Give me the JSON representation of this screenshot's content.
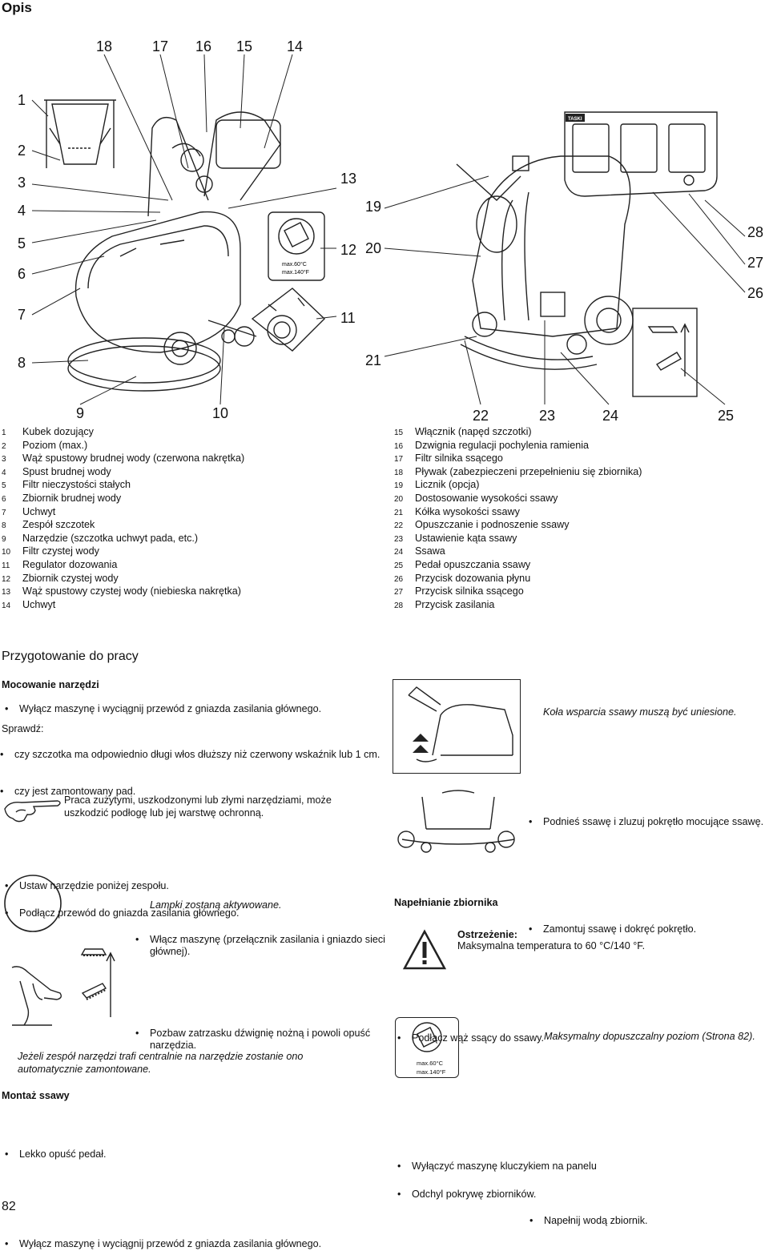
{
  "header": {
    "title": "Opis"
  },
  "figure_top": {
    "callouts_top": [
      "18",
      "17",
      "16",
      "15",
      "14"
    ],
    "callouts_left": [
      "1",
      "2",
      "3",
      "4",
      "5",
      "6",
      "7",
      "8"
    ],
    "callouts_bottom_left": [
      "9",
      "10"
    ],
    "callouts_mid": [
      "13",
      "12",
      "11",
      "19",
      "20",
      "21"
    ],
    "callouts_right": [
      "28",
      "27",
      "26"
    ],
    "callouts_bottom_right": [
      "22",
      "23",
      "24",
      "25"
    ],
    "temp_label_c": "max.60°C",
    "temp_label_f": "max.140°F",
    "brand": "TASKI"
  },
  "legend_left": [
    {
      "num": "1",
      "text": "Kubek dozujący"
    },
    {
      "num": "2",
      "text": "Poziom (max.)"
    },
    {
      "num": "3",
      "text": "Wąż spustowy brudnej wody (czerwona nakrętka)"
    },
    {
      "num": "4",
      "text": "Spust brudnej wody"
    },
    {
      "num": "5",
      "text": "Filtr nieczystości stałych"
    },
    {
      "num": "6",
      "text": "Zbiornik brudnej wody"
    },
    {
      "num": "7",
      "text": "Uchwyt"
    },
    {
      "num": "8",
      "text": "Zespół szczotek"
    },
    {
      "num": "9",
      "text": "Narzędzie (szczotka uchwyt pada, etc.)"
    },
    {
      "num": "10",
      "text": "Filtr czystej wody"
    },
    {
      "num": "11",
      "text": "Regulator dozowania"
    },
    {
      "num": "12",
      "text": "Zbiornik czystej wody"
    },
    {
      "num": "13",
      "text": "Wąż spustowy czystej wody (niebieska nakrętka)"
    },
    {
      "num": "14",
      "text": "Uchwyt"
    }
  ],
  "legend_right": [
    {
      "num": "15",
      "text": "Włącznik (napęd szczotki)"
    },
    {
      "num": "16",
      "text": "Dzwignia regulacji pochylenia ramienia"
    },
    {
      "num": "17",
      "text": "Filtr silnika ssącego"
    },
    {
      "num": "18",
      "text": "Pływak (zabezpieczeni przepełnieniu się zbiornika)"
    },
    {
      "num": "19",
      "text": "Licznik (opcja)"
    },
    {
      "num": "20",
      "text": "Dostosowanie wysokości ssawy"
    },
    {
      "num": "21",
      "text": "Kółka wysokości ssawy"
    },
    {
      "num": "22",
      "text": "Opuszczanie i podnoszenie ssawy"
    },
    {
      "num": "23",
      "text": "Ustawienie kąta ssawy"
    },
    {
      "num": "24",
      "text": "Ssawa"
    },
    {
      "num": "25",
      "text": "Pedał opuszczania ssawy"
    },
    {
      "num": "26",
      "text": "Przycisk dozowania płynu"
    },
    {
      "num": "27",
      "text": "Przycisk silnika ssącego"
    },
    {
      "num": "28",
      "text": "Przycisk zasilania"
    }
  ],
  "prep": {
    "title": "Przygotowanie do pracy",
    "mount_title": "Mocowanie narzędzi",
    "step_unplug": "Wyłącz maszynę i wyciągnij przewód z gniazda zasilania głównego.",
    "check_label": "Sprawdź:",
    "check_1": "czy szczotka ma odpowiednio długi włos dłuższy niż czerwony wskaźnik lub 1 cm.",
    "check_2": "czy jest zamontowany pad.",
    "warning_note": "Praca zużytymi, uszkodzonymi lub złymi narzędziami, może uszkodzić podłogę lub jej warstwę ochronną.",
    "step_place": "Ustaw narzędzie poniżej zespołu.",
    "step_plug": "Podłącz przewód do gniazda zasilania głównego.",
    "step_switch": "Włącz maszynę (przełącznik zasilania i gniazdo sieci głównej).",
    "step_switch_note": "Lampki zostaną aktywowane.",
    "step_lower": "Pozbaw zatrzasku dźwignię nożną i powoli opuść narzędzia.",
    "step_pedal": "Lekko opuść pedał.",
    "step_pedal_note": "Jeżeli zespół narzędzi trafi centralnie na narzędzie zostanie ono automatycznie zamontowane.",
    "squeegee_title": "Montaż ssawy",
    "squeegee_step": "Wyłącz maszynę i wyciągnij przewód z gniazda zasilania głównego."
  },
  "right_col": {
    "lift_squeegee": "Podnieś ssawę i zluzuj pokrętło mocujące ssawę.",
    "lift_note": "Koła wsparcia ssawy muszą być uniesione.",
    "mount_squeegee": "Zamontuj ssawę i dokręć pokrętło.",
    "connect_hose": "Podłącz wąż ssący do ssawy.",
    "fill_title": "Napełnianie zbiornika",
    "caution_label": "Ostrzeżenie:",
    "caution_text": "Maksymalna temperatura to 60 °C/140 °F.",
    "switch_off_key": "Wyłączyć maszynę kluczykiem na panelu",
    "open_cover": "Odchyl pokrywę zbiorników.",
    "fill_water": "Napełnij wodą zbiornik.",
    "fill_note": "Maksymalny dopuszczalny poziom (Strona 82).",
    "temp_label_c": "max.60°C",
    "temp_label_f": "max.140°F"
  },
  "footer": {
    "page_number": "82"
  }
}
